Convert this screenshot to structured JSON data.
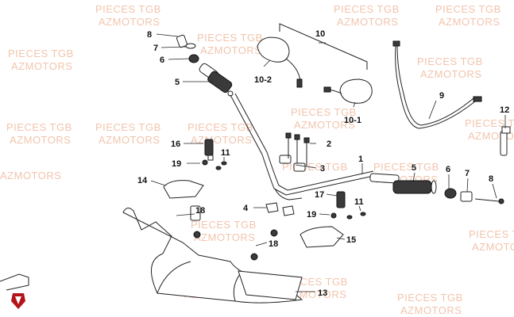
{
  "watermark": {
    "line1": "PIECES TGB",
    "line2": "AZMOTORS"
  },
  "callouts": {
    "c1": "1",
    "c2": "2",
    "c3": "3",
    "c4": "4",
    "c5a": "5",
    "c5b": "5",
    "c6a": "6",
    "c6b": "6",
    "c7a": "7",
    "c7b": "7",
    "c8a": "8",
    "c8b": "8",
    "c9": "9",
    "c10": "10",
    "c10_1": "10-1",
    "c10_2": "10-2",
    "c11a": "11",
    "c11b": "11",
    "c12": "12",
    "c13": "13",
    "c14": "14",
    "c15": "15",
    "c16": "16",
    "c17": "17",
    "c18a": "18",
    "c18b": "18",
    "c19a": "19",
    "c19b": "19"
  }
}
